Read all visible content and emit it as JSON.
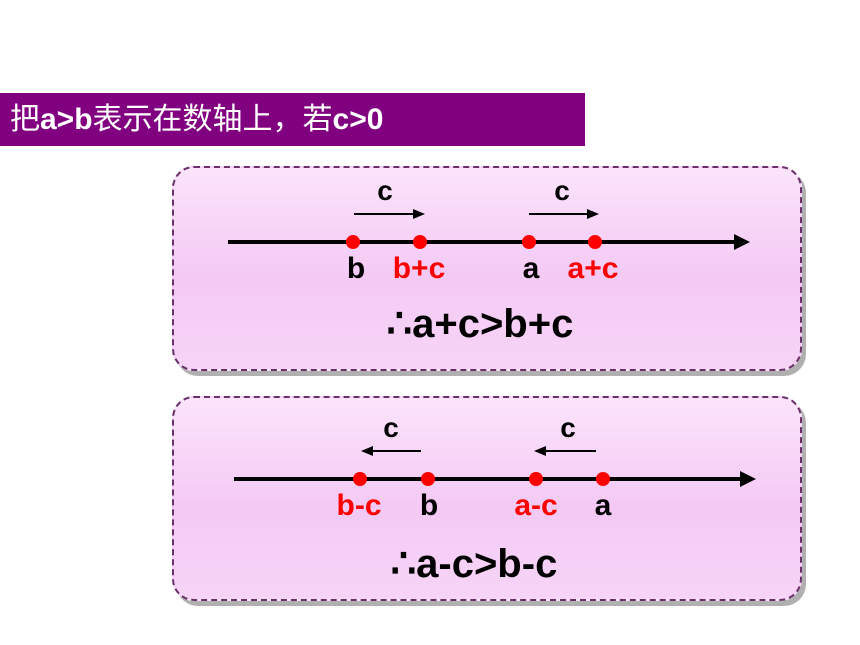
{
  "title": {
    "prefix": "把",
    "ineq1": "a>b",
    "middle": "表示在数轴上，若",
    "ineq2": "c>0"
  },
  "top_panel": {
    "arrow_label_1": "c",
    "arrow_label_2": "c",
    "point_labels": [
      "b",
      "b+c",
      "a",
      "a+c"
    ],
    "conclusion": "∴a+c>b+c"
  },
  "bottom_panel": {
    "arrow_label_1": "c",
    "arrow_label_2": "c",
    "point_labels": [
      "b-c",
      "b",
      "a-c",
      "a"
    ],
    "conclusion": "∴a-c>b-c"
  },
  "colors": {
    "title_bg": "#800080",
    "point": "#ff0000",
    "shifted_label": "#ff0000",
    "original_label": "#000000",
    "panel_fill": "#f7d5f7",
    "panel_border": "#6b2f6b"
  }
}
